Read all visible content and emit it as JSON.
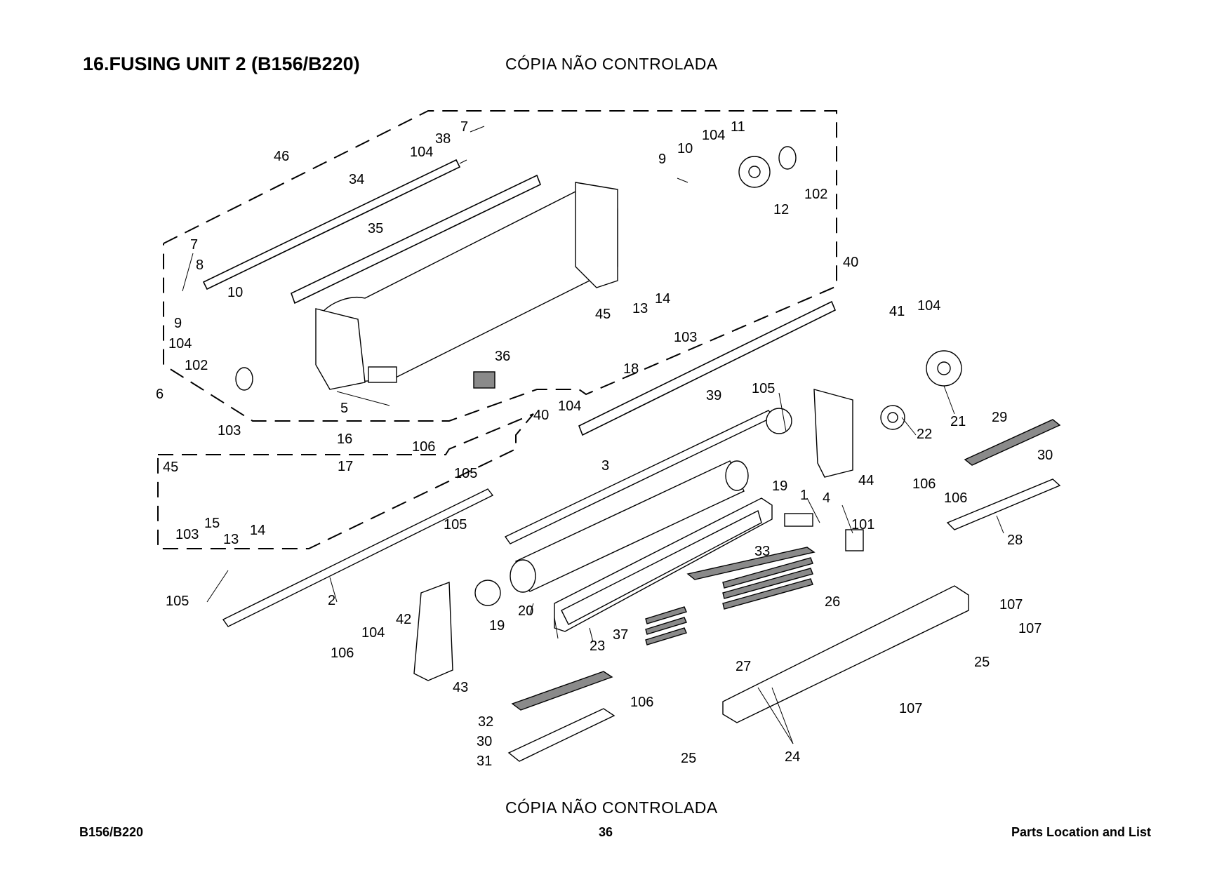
{
  "header": {
    "title": "16.FUSING UNIT 2 (B156/B220)",
    "watermark": "CÓPIA NÃO CONTROLADA"
  },
  "footer": {
    "watermark": "CÓPIA NÃO CONTROLADA",
    "model": "B156/B220",
    "page_number": "36",
    "section": "Parts Location and List"
  },
  "diagram": {
    "callouts": [
      "1",
      "2",
      "3",
      "4",
      "5",
      "6",
      "7",
      "7",
      "8",
      "9",
      "9",
      "10",
      "10",
      "11",
      "12",
      "13",
      "13",
      "14",
      "14",
      "15",
      "16",
      "17",
      "18",
      "19",
      "19",
      "20",
      "21",
      "22",
      "23",
      "24",
      "25",
      "25",
      "26",
      "27",
      "28",
      "29",
      "30",
      "30",
      "31",
      "32",
      "33",
      "34",
      "35",
      "36",
      "37",
      "38",
      "39",
      "40",
      "40",
      "41",
      "42",
      "43",
      "44",
      "45",
      "45",
      "46",
      "101",
      "102",
      "102",
      "103",
      "103",
      "103",
      "104",
      "104",
      "104",
      "104",
      "104",
      "104",
      "105",
      "105",
      "105",
      "105",
      "106",
      "106",
      "106",
      "106",
      "106",
      "107",
      "107",
      "107"
    ]
  }
}
